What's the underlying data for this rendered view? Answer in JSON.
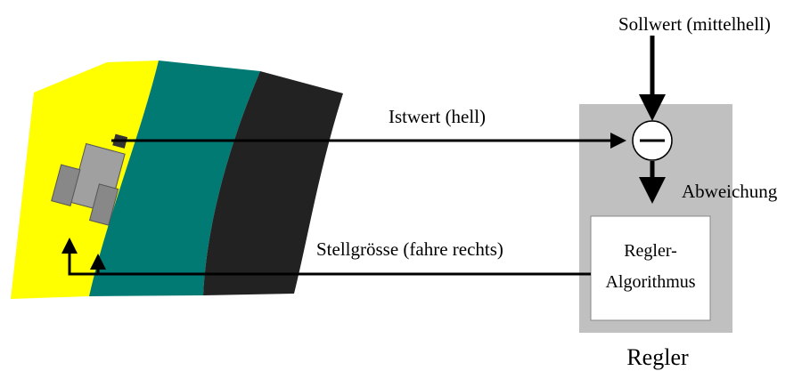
{
  "labels": {
    "sollwert": "Sollwert (mittelhell)",
    "istwert": "Istwert (hell)",
    "abweichung": "Abweichung",
    "stellgroesse": "Stellgrösse (fahre rechts)",
    "algorithm_line1": "Regler-",
    "algorithm_line2": "Algorithmus",
    "controller_title": "Regler"
  },
  "comparator_symbol": "minus",
  "field_colors": {
    "light_stripe": "#ffff00",
    "middle_stripe": "#007a73",
    "dark_stripe": "#222222"
  },
  "colors": {
    "controller_box": "#c0c0c0",
    "algorithm_box": "#ffffff",
    "robot_body": "#a0a0a0",
    "robot_wheel": "#888888",
    "arrows": "#000000"
  }
}
